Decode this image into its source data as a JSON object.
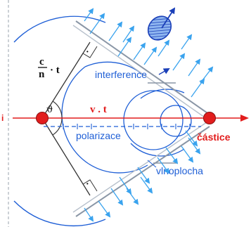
{
  "labels": {
    "speed_ratio_num": "c",
    "speed_ratio_den": "n",
    "time_symbol": "· t",
    "theta": "ϑ",
    "particle_path": "v . t",
    "interference": "interference",
    "polarization": "polarizace",
    "particle": "částice",
    "wavefront": "vlnoplocha",
    "left_edge_mark": "i",
    "right_angle_dot": "·"
  },
  "colors": {
    "axis_red": "#e21d1d",
    "wave_blue": "#1f5fd6",
    "wavefront_grey": "#7f8ea3",
    "arrow_blue": "#3aa3ee",
    "lines_black": "#333333"
  },
  "icons": {
    "photon": "hatched-ellipse-icon"
  }
}
